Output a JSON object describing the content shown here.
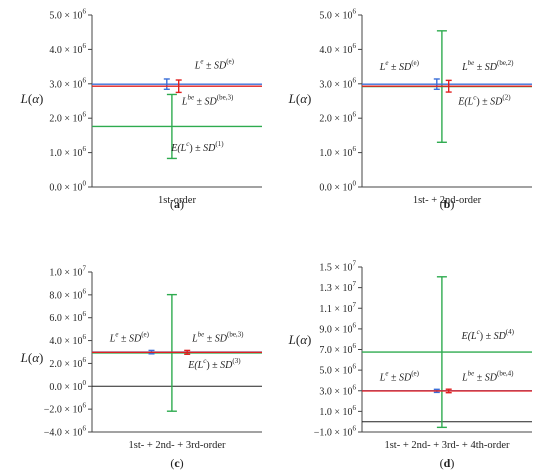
{
  "y_symbol": "L(α)",
  "colors": {
    "blue": "#3b6fd8",
    "red": "#e02020",
    "green": "#2eab4f",
    "axis": "#333333"
  },
  "chart_data": [
    {
      "type": "errorbar",
      "panel_label": "(a)",
      "xlabel": "1st-order",
      "ylim": [
        0,
        5000000
      ],
      "y_tick_values": [
        0,
        1000000,
        2000000,
        3000000,
        4000000,
        5000000
      ],
      "y_ticks": [
        {
          "m": "0.0",
          "e": "0"
        },
        {
          "m": "1.0",
          "e": "6"
        },
        {
          "m": "2.0",
          "e": "6"
        },
        {
          "m": "3.0",
          "e": "6"
        },
        {
          "m": "4.0",
          "e": "6"
        },
        {
          "m": "5.0",
          "e": "6"
        }
      ],
      "series": [
        {
          "base": "L",
          "sup": "e",
          "sd": "(e)",
          "value": 2990000,
          "sd_value": 150000,
          "x": 0.44,
          "color": "blue"
        },
        {
          "base": "L",
          "sup": "be",
          "sd": "(be,3)",
          "value": 2930000,
          "sd_value": 180000,
          "x": 0.51,
          "color": "red"
        },
        {
          "base": "E(L",
          "sup": "c",
          "after": ")",
          "sd": "(1)",
          "value": 1760000,
          "sd_value": 930000,
          "x": 0.47,
          "color": "green"
        }
      ],
      "annotations": [
        {
          "series": 0,
          "x": 0.72,
          "y": 3450000
        },
        {
          "series": 1,
          "x": 0.68,
          "y": 2400000
        },
        {
          "series": 2,
          "x": 0.62,
          "y": 1050000
        }
      ]
    },
    {
      "type": "errorbar",
      "panel_label": "(b)",
      "xlabel": "1st- + 2nd-order",
      "ylim": [
        0,
        5000000
      ],
      "y_tick_values": [
        0,
        1000000,
        2000000,
        3000000,
        4000000,
        5000000
      ],
      "y_ticks": [
        {
          "m": "0.0",
          "e": "0"
        },
        {
          "m": "1.0",
          "e": "6"
        },
        {
          "m": "2.0",
          "e": "6"
        },
        {
          "m": "3.0",
          "e": "6"
        },
        {
          "m": "4.0",
          "e": "6"
        },
        {
          "m": "5.0",
          "e": "6"
        }
      ],
      "series": [
        {
          "base": "L",
          "sup": "e",
          "sd": "(e)",
          "value": 2990000,
          "sd_value": 150000,
          "x": 0.44,
          "color": "blue"
        },
        {
          "base": "L",
          "sup": "be",
          "sd": "(be,2)",
          "value": 2930000,
          "sd_value": 170000,
          "x": 0.51,
          "color": "red"
        },
        {
          "base": "E(L",
          "sup": "c",
          "after": ")",
          "sd": "(2)",
          "value": 2920000,
          "sd_value": 1620000,
          "x": 0.47,
          "color": "green"
        }
      ],
      "annotations": [
        {
          "series": 0,
          "x": 0.22,
          "y": 3400000
        },
        {
          "series": 1,
          "x": 0.74,
          "y": 3400000
        },
        {
          "series": 2,
          "x": 0.72,
          "y": 2400000
        }
      ]
    },
    {
      "type": "errorbar",
      "panel_label": "(c)",
      "xlabel": "1st- + 2nd- + 3rd-order",
      "ylim": [
        -4000000,
        10000000
      ],
      "y_tick_values": [
        -4000000,
        -2000000,
        0,
        2000000,
        4000000,
        6000000,
        8000000,
        10000000
      ],
      "y_ticks": [
        {
          "m": "−4.0",
          "e": "6"
        },
        {
          "m": "−2.0",
          "e": "6"
        },
        {
          "m": "0.0",
          "e": "0"
        },
        {
          "m": "2.0",
          "e": "6"
        },
        {
          "m": "4.0",
          "e": "6"
        },
        {
          "m": "6.0",
          "e": "6"
        },
        {
          "m": "8.0",
          "e": "6"
        },
        {
          "m": "1.0",
          "e": "7"
        }
      ],
      "series": [
        {
          "base": "L",
          "sup": "e",
          "sd": "(e)",
          "value": 2990000,
          "sd_value": 150000,
          "x": 0.35,
          "color": "blue"
        },
        {
          "base": "L",
          "sup": "be",
          "sd": "(be,3)",
          "value": 2970000,
          "sd_value": 170000,
          "x": 0.56,
          "color": "red"
        },
        {
          "base": "E(L",
          "sup": "c",
          "after": ")",
          "sd": "(3)",
          "value": 2920000,
          "sd_value": 5100000,
          "x": 0.47,
          "color": "green"
        }
      ],
      "annotations": [
        {
          "series": 0,
          "x": 0.22,
          "y": 3900000
        },
        {
          "series": 1,
          "x": 0.74,
          "y": 3900000
        },
        {
          "series": 2,
          "x": 0.72,
          "y": 1600000
        }
      ]
    },
    {
      "type": "errorbar",
      "panel_label": "(d)",
      "xlabel": "1st- + 2nd- + 3rd- + 4th-order",
      "ylim": [
        -1000000,
        15000000
      ],
      "y_tick_values": [
        -1000000,
        1000000,
        3000000,
        5000000,
        7000000,
        9000000,
        11000000,
        13000000,
        15000000
      ],
      "y_ticks": [
        {
          "m": "−1.0",
          "e": "6"
        },
        {
          "m": "1.0",
          "e": "6"
        },
        {
          "m": "3.0",
          "e": "6"
        },
        {
          "m": "5.0",
          "e": "6"
        },
        {
          "m": "7.0",
          "e": "6"
        },
        {
          "m": "9.0",
          "e": "6"
        },
        {
          "m": "1.1",
          "e": "7"
        },
        {
          "m": "1.3",
          "e": "7"
        },
        {
          "m": "1.5",
          "e": "7"
        }
      ],
      "series": [
        {
          "base": "L",
          "sup": "e",
          "sd": "(e)",
          "value": 2990000,
          "sd_value": 150000,
          "x": 0.44,
          "color": "blue"
        },
        {
          "base": "L",
          "sup": "be",
          "sd": "(be,4)",
          "value": 2980000,
          "sd_value": 170000,
          "x": 0.51,
          "color": "red"
        },
        {
          "base": "E(L",
          "sup": "c",
          "after": ")",
          "sd": "(4)",
          "value": 6750000,
          "sd_value": 7300000,
          "x": 0.47,
          "color": "green"
        }
      ],
      "annotations": [
        {
          "series": 0,
          "x": 0.22,
          "y": 4000000
        },
        {
          "series": 1,
          "x": 0.74,
          "y": 4000000
        },
        {
          "series": 2,
          "x": 0.74,
          "y": 8000000
        }
      ]
    }
  ]
}
